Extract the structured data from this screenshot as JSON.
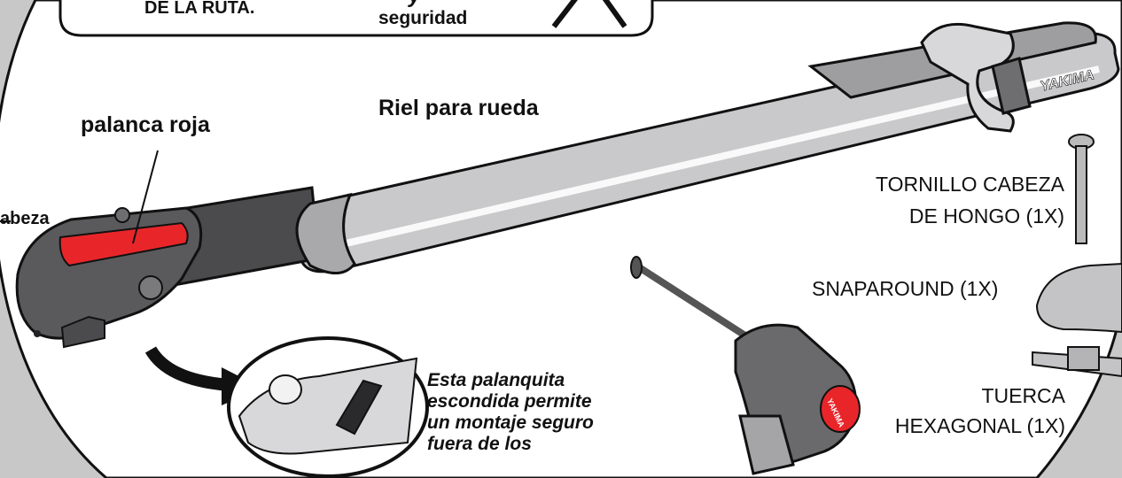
{
  "callout": {
    "left_text": "DE LA RUTA.",
    "center_partial": "y",
    "center_text": "seguridad"
  },
  "labels": {
    "wheel_rail": "Riel para rueda",
    "red_lever": "palanca roja",
    "head_partial": "abeza",
    "hidden_lever_note": [
      "Esta palanquita",
      "escondida permite",
      "un montaje seguro",
      "fuera de los"
    ]
  },
  "parts": {
    "bolt": [
      "TORNILLO CABEZA",
      "DE HONGO (1X)"
    ],
    "snaparound": "SNAPAROUND (1X)",
    "hex_nut": [
      "TUERCA",
      "HEXAGONAL (1X)"
    ]
  },
  "brand": {
    "rail_logo": "YAKIMA",
    "skewer_logo": "YAKIMA",
    "colors": {
      "red": "#e8262a",
      "dark_gray": "#5a5a5c",
      "silver": "#c9c9cb",
      "background_gray": "#c8c8c8"
    }
  }
}
